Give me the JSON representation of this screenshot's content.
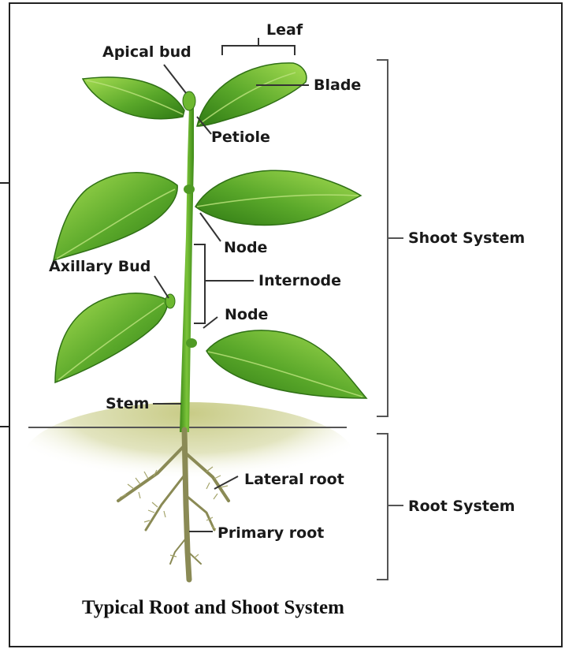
{
  "labels": {
    "leaf": "Leaf",
    "apical_bud": "Apical bud",
    "blade": "Blade",
    "petiole": "Petiole",
    "node_upper": "Node",
    "axillary_bud": "Axillary Bud",
    "internode": "Internode",
    "node_lower": "Node",
    "stem": "Stem",
    "lateral_root": "Lateral root",
    "primary_root": "Primary root"
  },
  "systems": {
    "shoot": "Shoot System",
    "root": "Root System"
  },
  "caption": "Typical Root and Shoot System",
  "colors": {
    "leaf_dark": "#3f8f1c",
    "leaf_light": "#8ccf3e",
    "stem": "#4f9a24",
    "soil": "#c9cc8a",
    "root": "#8a8a55",
    "border": "#222222"
  }
}
